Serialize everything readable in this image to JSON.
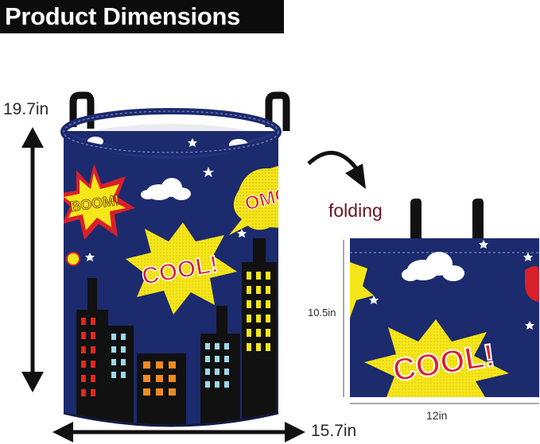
{
  "header": {
    "title": "Product Dimensions"
  },
  "basket": {
    "height_label": "19.7in",
    "width_label": "15.7in",
    "bursts": [
      "BOOM!",
      "OMG",
      "COOL!"
    ]
  },
  "folded": {
    "caption": "folding",
    "height_label": "10.5in",
    "width_label": "12in",
    "bursts": [
      "COOL!"
    ]
  },
  "colors": {
    "title_bg": "#0c0c0c",
    "fabric_navy": "#1c2a6e",
    "burst_yellow": "#f5e61a",
    "burst_red": "#d8202a",
    "caption_red": "#6b1320"
  }
}
